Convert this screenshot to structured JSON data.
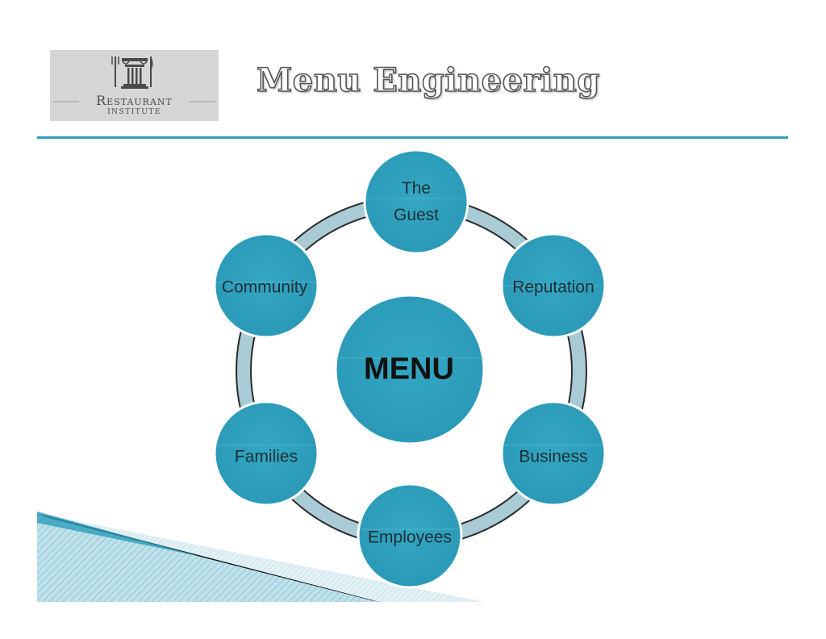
{
  "slide": {
    "title": "Menu Engineering"
  },
  "logo": {
    "line1": "Restaurant",
    "line2": "INSTITUTE"
  },
  "diagram": {
    "center": "MENU",
    "nodes": {
      "guest_line1": "The",
      "guest_line2": "Guest",
      "reputation": "Reputation",
      "business": "Business",
      "employees": "Employees",
      "families": "Families",
      "community": "Community"
    }
  },
  "colors": {
    "node_fill": "#2e9fbd",
    "connector_fill": "#a9cbd6",
    "title_rule": "#2e9fbd"
  }
}
